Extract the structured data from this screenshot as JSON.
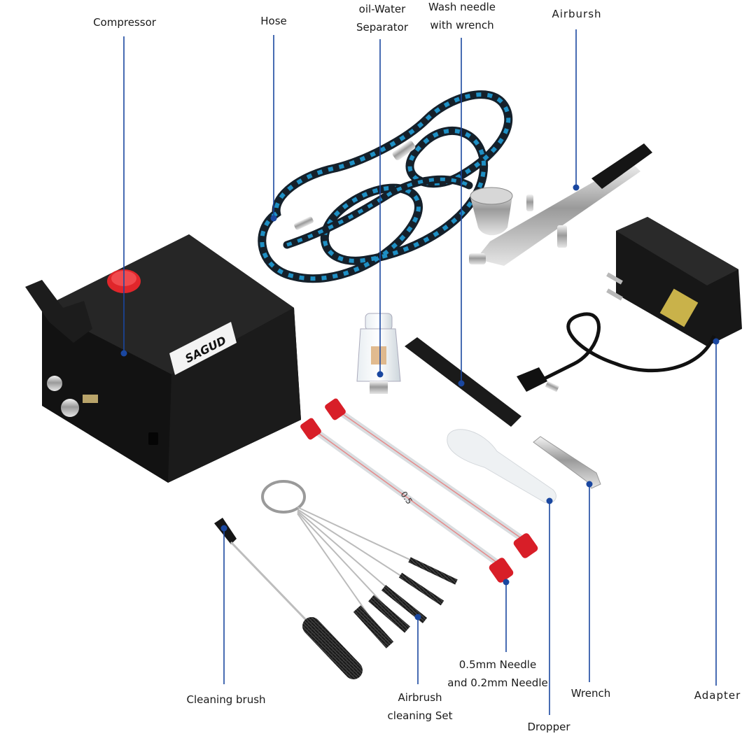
{
  "labels": {
    "compressor": "Compressor",
    "hose": "Hose",
    "separator_1": "oil-Water",
    "separator_2": "Separator",
    "wash_needle_1": "Wash needle",
    "wash_needle_2": "with wrench",
    "airbrush": "Airbursh",
    "adapter": "Adapter",
    "cleaning_brush": "Cleaning brush",
    "cleaning_set_1": "Airbrush",
    "cleaning_set_2": "cleaning Set",
    "needles_1": "0.5mm Needle",
    "needles_2": "and 0.2mm Needle",
    "wrench": "Wrench",
    "dropper": "Dropper"
  },
  "product_marks": {
    "brand_logo": "SAGUD",
    "needle_marking": "0.5"
  },
  "colors": {
    "leader_line": "#1a47a0",
    "leader_dot": "#1a47a0",
    "compressor_body": "#121212",
    "pressure_button": "#e0262b",
    "hose_braid": "#1e8fc4",
    "needle_cap": "#d81e28"
  }
}
